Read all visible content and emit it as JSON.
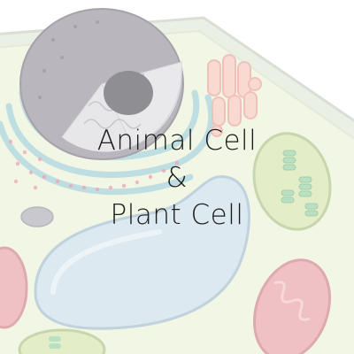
{
  "tile": {
    "title_lines": [
      "Animal Cell",
      "&",
      "Plant Cell"
    ]
  },
  "colors": {
    "cytoplasm": "#e6efcf",
    "cell_wall": "#c9d3c4",
    "nucleus_envelope": "#8e8a96",
    "nucleus_cutaway": "#d8d7dc",
    "nucleolus": "#4b4a52",
    "endoplasmic_reticulum": "#8ec6d1",
    "golgi": "#f1b8ad",
    "vacuole": "#c7dce7",
    "mitochondria": "#e69aa1",
    "chloroplast": "#c9dc9a",
    "thylakoid": "#8fcf9b",
    "ribosome_dots": "#e96a8a",
    "title_text": "#1c1c1c"
  },
  "icons": {
    "illustration": "plant-cell-cutaway-illustration"
  }
}
